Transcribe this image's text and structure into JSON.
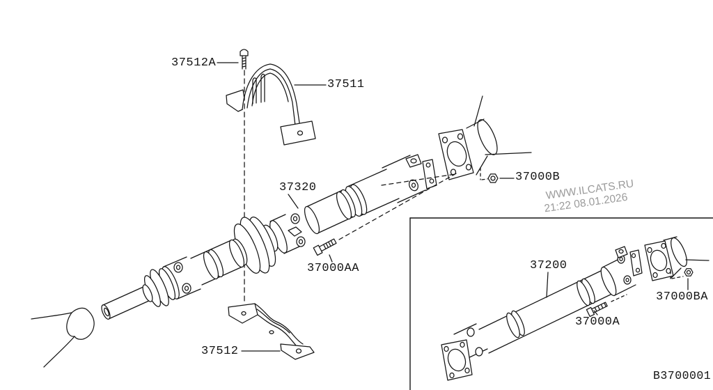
{
  "page": {
    "background": "#ffffff",
    "line_color": "#151515"
  },
  "watermark": {
    "site": "WWW.ILCATS.RU",
    "timestamp": "21:22 08.01.2026",
    "color": "#9b9b9b"
  },
  "diagram_code": "B3700001",
  "parts": {
    "labels": [
      {
        "part_no": "37512A"
      },
      {
        "part_no": "37511"
      },
      {
        "part_no": "37320"
      },
      {
        "part_no": "37000AA"
      },
      {
        "part_no": "37000B"
      },
      {
        "part_no": "37512"
      },
      {
        "part_no": "37200"
      },
      {
        "part_no": "37000A"
      },
      {
        "part_no": "37000BA"
      }
    ]
  }
}
